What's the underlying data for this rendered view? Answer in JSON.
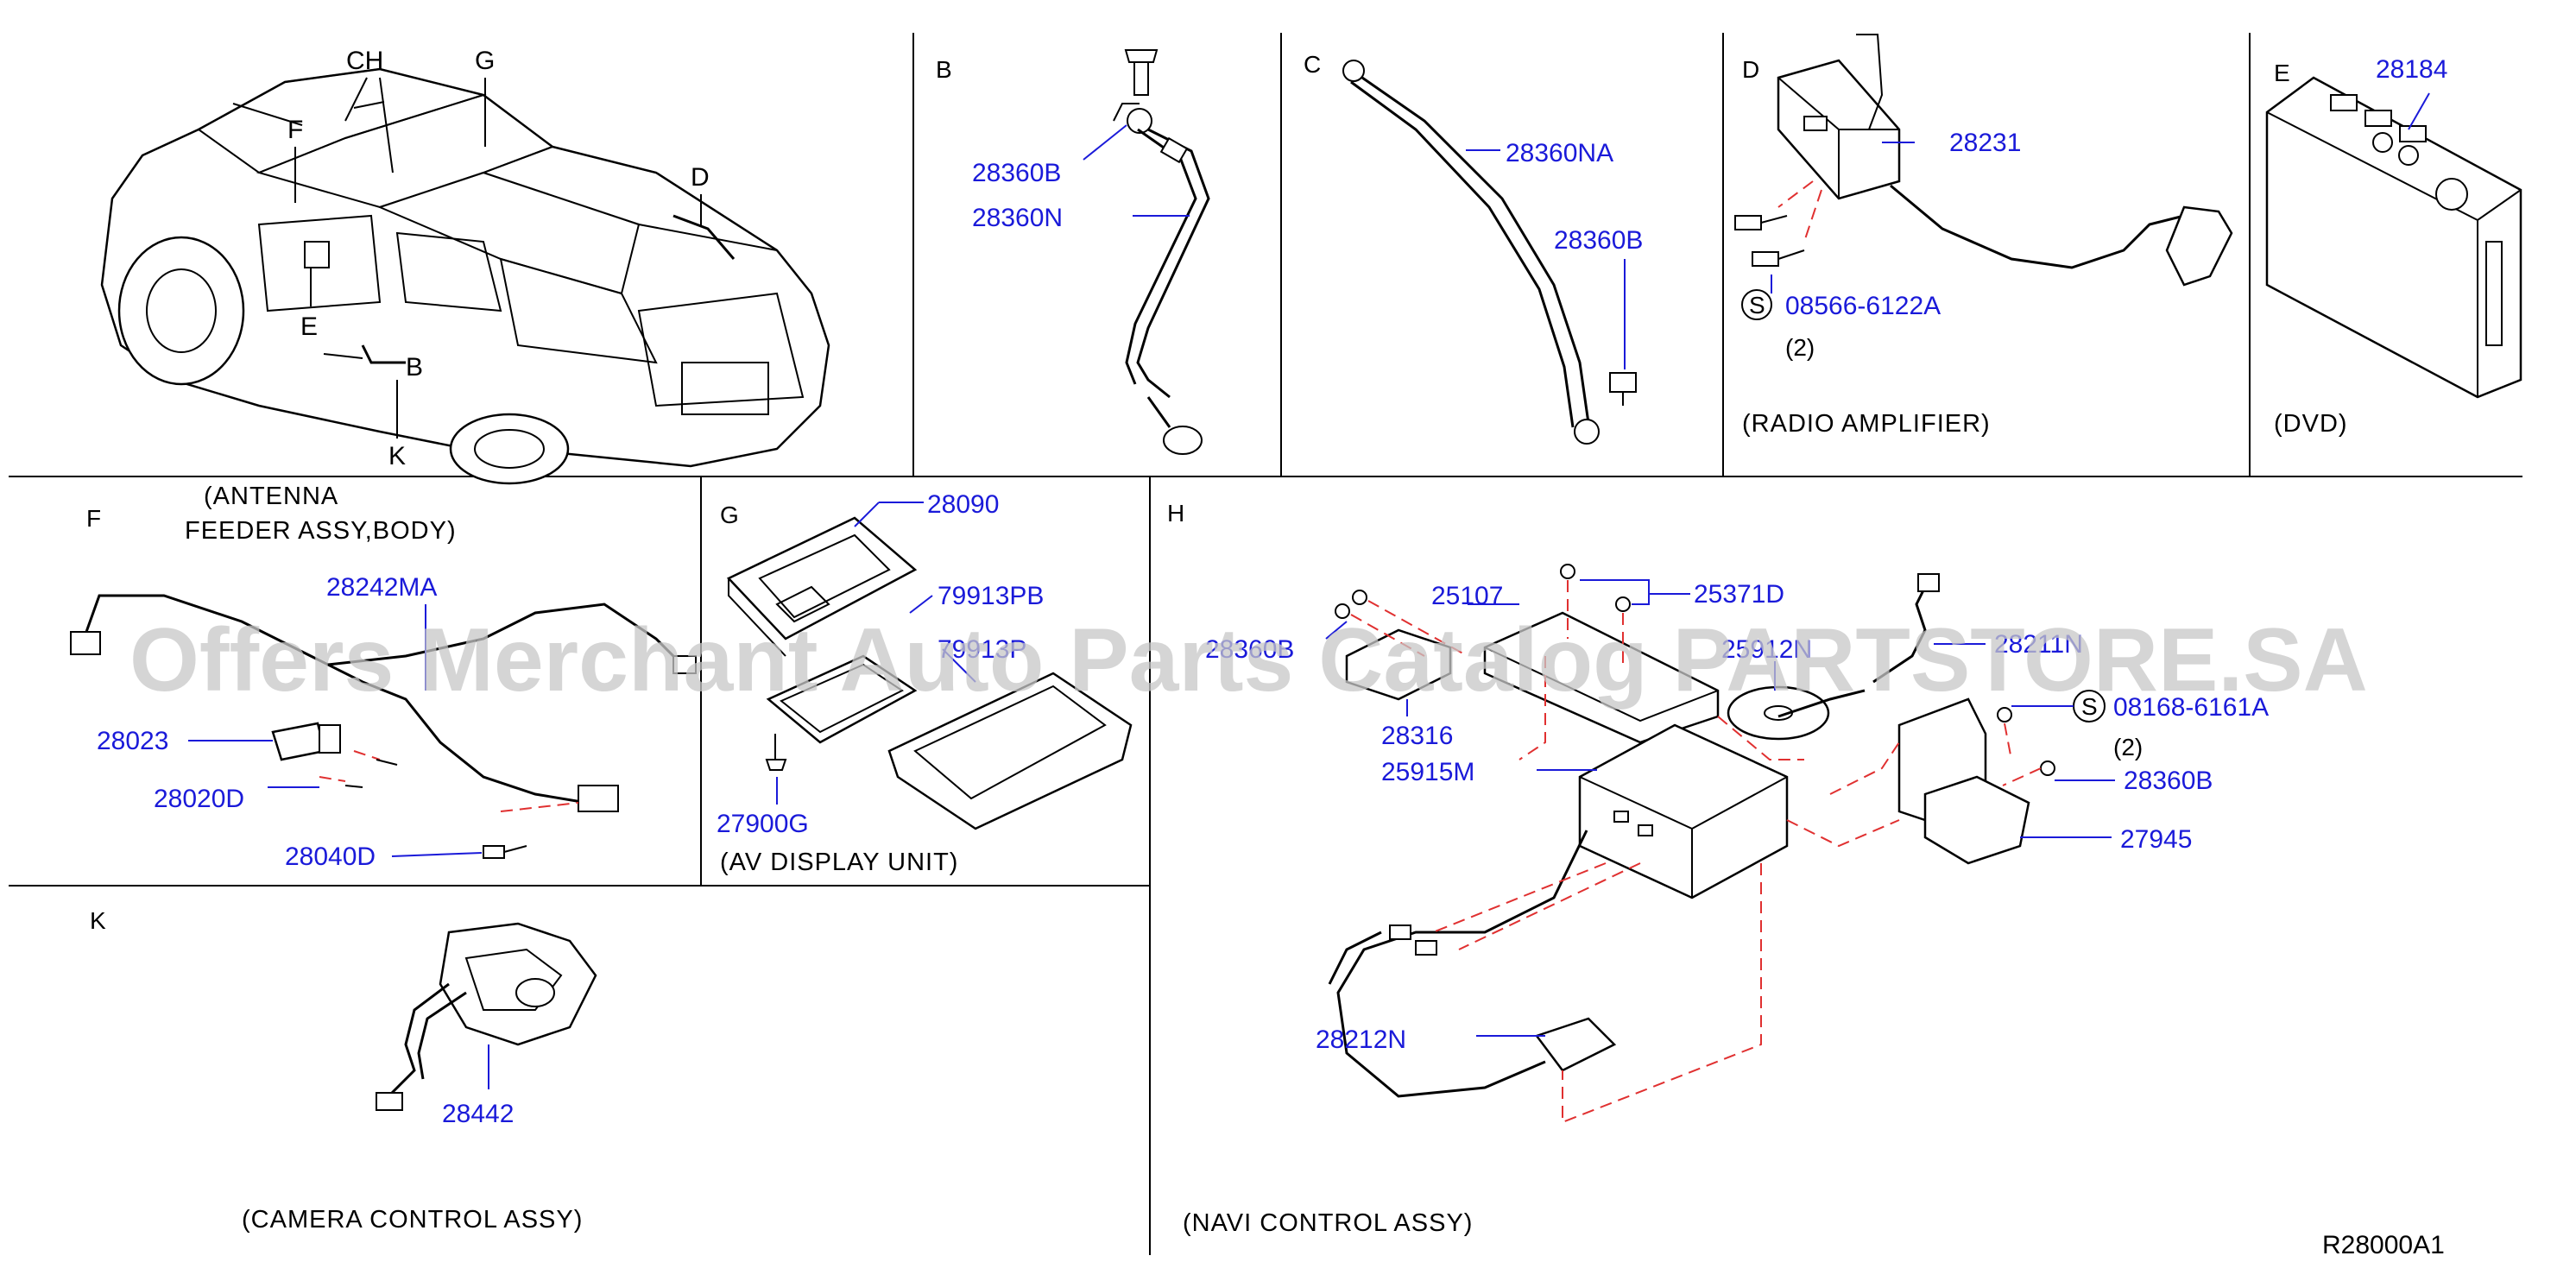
{
  "panels": {
    "vehicle": {
      "callouts": [
        "CH",
        "G",
        "F",
        "D",
        "E",
        "B",
        "K"
      ]
    },
    "B": {
      "letter": "B",
      "parts": [
        "28360B",
        "28360N"
      ]
    },
    "C": {
      "letter": "C",
      "parts": [
        "28360NA",
        "28360B"
      ]
    },
    "D": {
      "letter": "D",
      "parts": [
        "28231",
        "08566-6122A"
      ],
      "qty": "(2)",
      "circle": "S",
      "caption": "(RADIO   AMPLIFIER)"
    },
    "E": {
      "letter": "E",
      "parts": [
        "28184"
      ],
      "caption": "(DVD)"
    },
    "F": {
      "letter": "F",
      "caption_line1": "(ANTENNA",
      "caption_line2": "FEEDER   ASSY,BODY)",
      "parts": [
        "28242MA",
        "28023",
        "28020D",
        "28040D"
      ]
    },
    "G": {
      "letter": "G",
      "parts": [
        "28090",
        "79913PB",
        "79913P",
        "27900G"
      ],
      "caption": "(AV   DISPLAY   UNIT)"
    },
    "H": {
      "letter": "H",
      "parts": [
        "25107",
        "25371D",
        "28360B",
        "25912N",
        "28211N",
        "28316",
        "25915M",
        "08168-6161A",
        "28360B",
        "27945",
        "28212N"
      ],
      "qty": "(2)",
      "circle": "S",
      "caption": "(NAVI   CONTROL   ASSY)"
    },
    "K": {
      "letter": "K",
      "parts": [
        "28442"
      ],
      "caption": "(CAMERA   CONTROL   ASSY)"
    }
  },
  "watermark": "Offers Merchant Auto Parts Catalog PARTSTORE.SA",
  "reference_code": "R28000A1",
  "colors": {
    "part_number": "#1a1ad9",
    "leader_dash": "#e03030",
    "line": "#000000",
    "watermark": "#c8c8c8"
  }
}
